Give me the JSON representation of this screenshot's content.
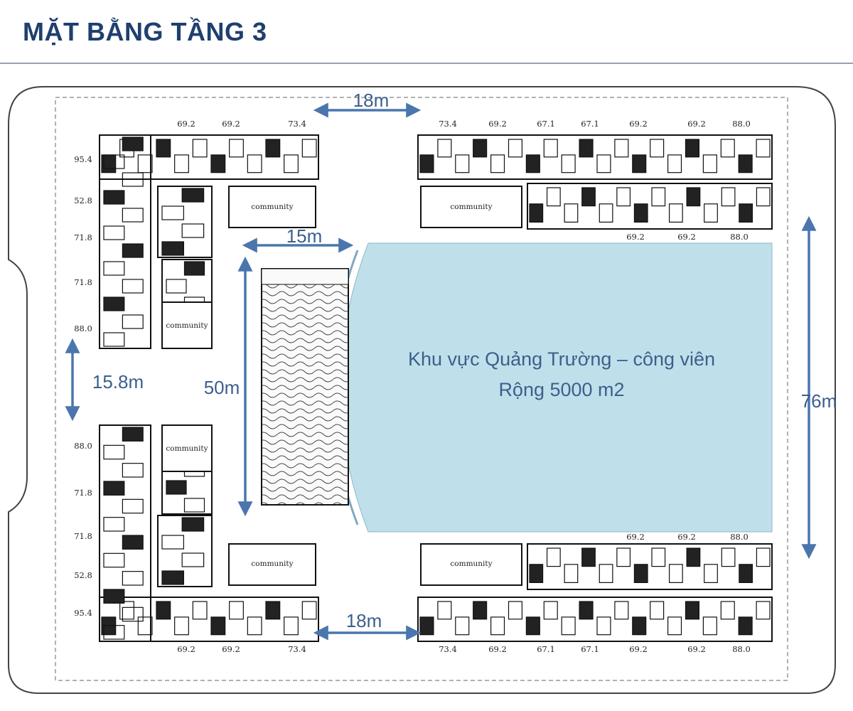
{
  "title": "MẶT BẰNG TẦNG 3",
  "plaza": {
    "line1": "Khu vực Quảng Trường – công viên",
    "line2": "Rộng 5000 m2",
    "color": "#bfe0ea"
  },
  "dimensions": {
    "top_gap": "18m",
    "bottom_gap": "18m",
    "inner_gap": "15m",
    "left_gap": "15.8m",
    "pool_height": "50m",
    "plaza_height": "76m"
  },
  "community_label": "community",
  "unit_areas": {
    "top_left": [
      "69.2",
      "69.2",
      "73.4"
    ],
    "top_right": [
      "73.4",
      "69.2",
      "67.1",
      "67.1",
      "69.2",
      "69.2",
      "88.0"
    ],
    "inner_top_right": [
      "69.2",
      "69.2",
      "88.0"
    ],
    "inner_bottom_right": [
      "69.2",
      "69.2",
      "88.0"
    ],
    "bottom_left": [
      "69.2",
      "69.2",
      "73.4"
    ],
    "bottom_right": [
      "73.4",
      "69.2",
      "67.1",
      "67.1",
      "69.2",
      "69.2",
      "88.0"
    ],
    "left_upper": [
      "95.4",
      "52.8",
      "71.8",
      "71.8",
      "88.0"
    ],
    "left_lower": [
      "88.0",
      "71.8",
      "71.8",
      "52.8",
      "95.4"
    ]
  },
  "colors": {
    "title": "#1f3f6e",
    "arrow": "#4a76ad",
    "plan": "#111111"
  }
}
